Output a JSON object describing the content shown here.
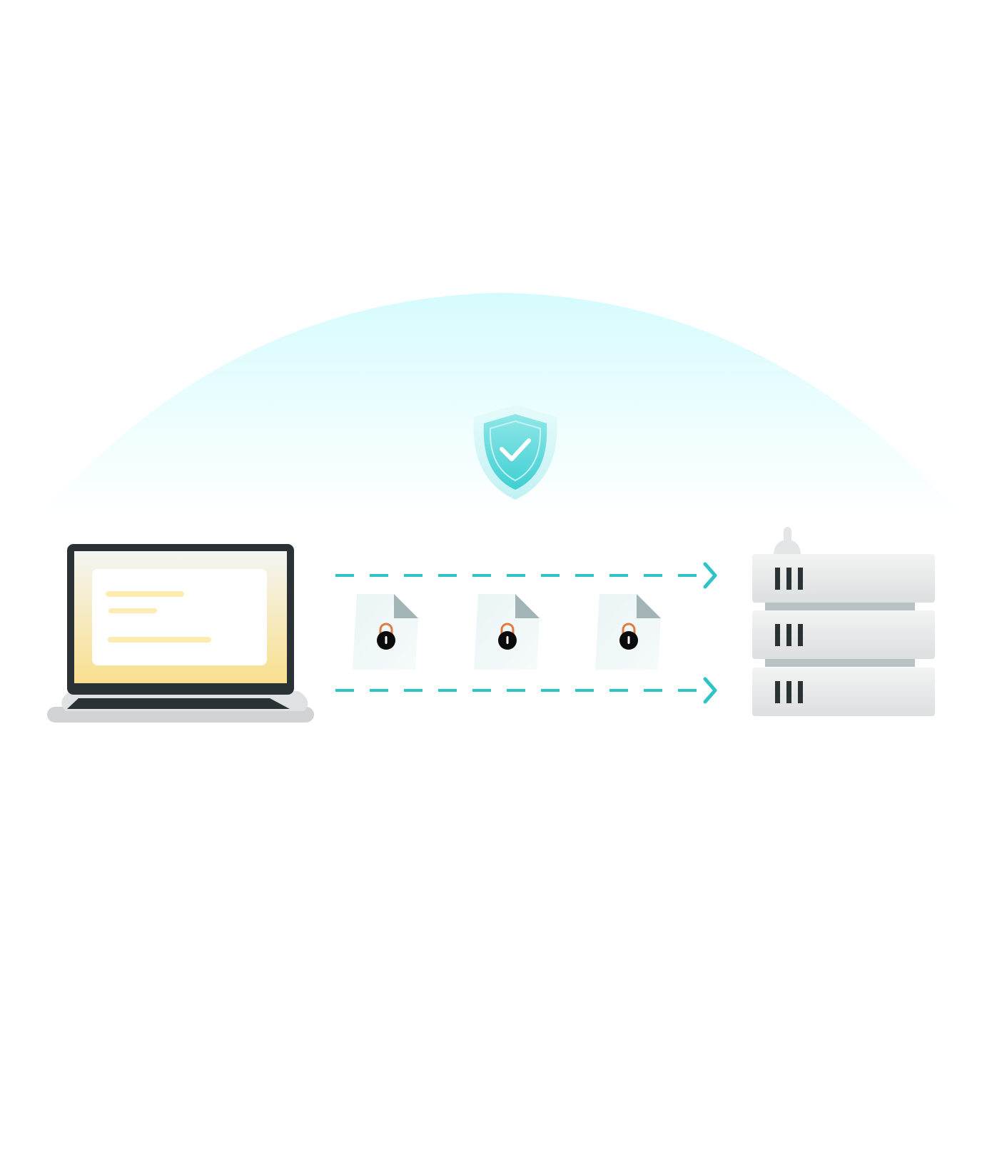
{
  "diagram": {
    "nodes": [
      {
        "id": "client",
        "icon": "laptop-icon"
      },
      {
        "id": "server",
        "icon": "server-rack-icon",
        "units": 3
      }
    ],
    "badge": {
      "icon": "shield-check-icon"
    },
    "packets": [
      {
        "icon": "locked-file-icon"
      },
      {
        "icon": "locked-file-icon"
      },
      {
        "icon": "locked-file-icon"
      }
    ],
    "flows": [
      {
        "from": "client",
        "to": "server",
        "style": "dashed-arrow"
      },
      {
        "from": "client",
        "to": "server",
        "style": "dashed-arrow"
      }
    ]
  },
  "colors": {
    "background": "#ffffff",
    "dome": "#d6fbfd",
    "arrow": "#2ec4c6",
    "shield": "#4fd6d8",
    "laptop_frame": "#2b3236",
    "laptop_screen": "#f9e29a",
    "laptop_base": "#d9dcdd",
    "server_unit": "#e6e9ea",
    "server_slot": "#2b3236",
    "file": "#eef6f7",
    "file_fold": "#a3b4b7",
    "lock_body": "#0b0b0b",
    "lock_shackle": "#e07a3f"
  }
}
